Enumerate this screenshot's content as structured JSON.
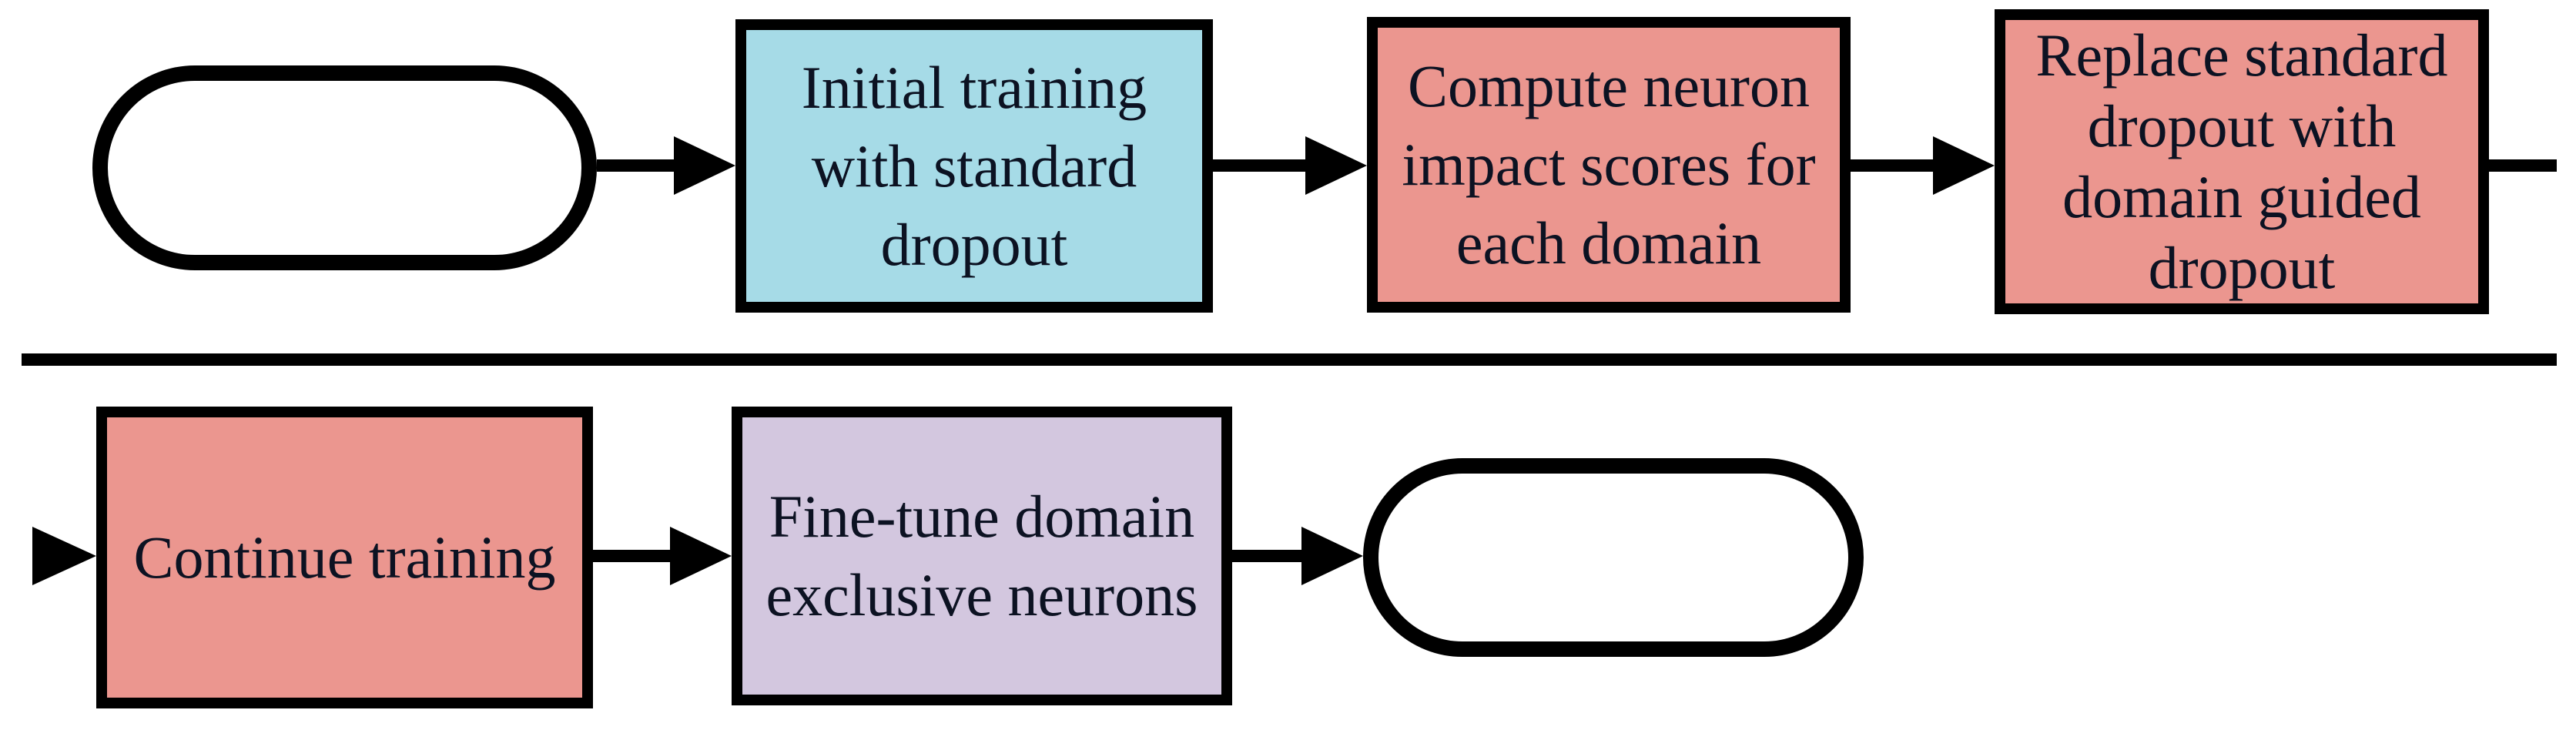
{
  "diagram": {
    "type": "flowchart",
    "colors": {
      "cyan": "#a6dbe7",
      "salmon": "#eb968f",
      "lilac": "#d3c7df",
      "terminal_fill": "#ffffff",
      "line": "#000000",
      "border": "#000000",
      "text": "#0c1222",
      "background": "#ffffff"
    },
    "nodes": [
      {
        "id": "start-terminal",
        "shape": "stadium",
        "label": ""
      },
      {
        "id": "initial-training",
        "shape": "rect",
        "fill": "cyan",
        "label": "Initial training\nwith standard\ndropout"
      },
      {
        "id": "compute-scores",
        "shape": "rect",
        "fill": "salmon",
        "label": "Compute neuron\nimpact scores for\neach domain"
      },
      {
        "id": "replace-dropout",
        "shape": "rect",
        "fill": "salmon",
        "label": "Replace standard\ndropout with\ndomain guided\ndropout"
      },
      {
        "id": "continue-training",
        "shape": "rect",
        "fill": "salmon",
        "label": "Continue training"
      },
      {
        "id": "fine-tune",
        "shape": "rect",
        "fill": "lilac",
        "label": "Fine-tune domain\nexclusive neurons"
      },
      {
        "id": "end-terminal",
        "shape": "stadium",
        "label": ""
      }
    ],
    "edges": [
      {
        "from": "start-terminal",
        "to": "initial-training",
        "style": "arrow-right"
      },
      {
        "from": "initial-training",
        "to": "compute-scores",
        "style": "arrow-right"
      },
      {
        "from": "compute-scores",
        "to": "replace-dropout",
        "style": "arrow-right"
      },
      {
        "from": "replace-dropout",
        "to": "continue-training",
        "style": "wrap-around-arrow"
      },
      {
        "from": "continue-training",
        "to": "fine-tune",
        "style": "arrow-right"
      },
      {
        "from": "fine-tune",
        "to": "end-terminal",
        "style": "arrow-right"
      }
    ]
  }
}
